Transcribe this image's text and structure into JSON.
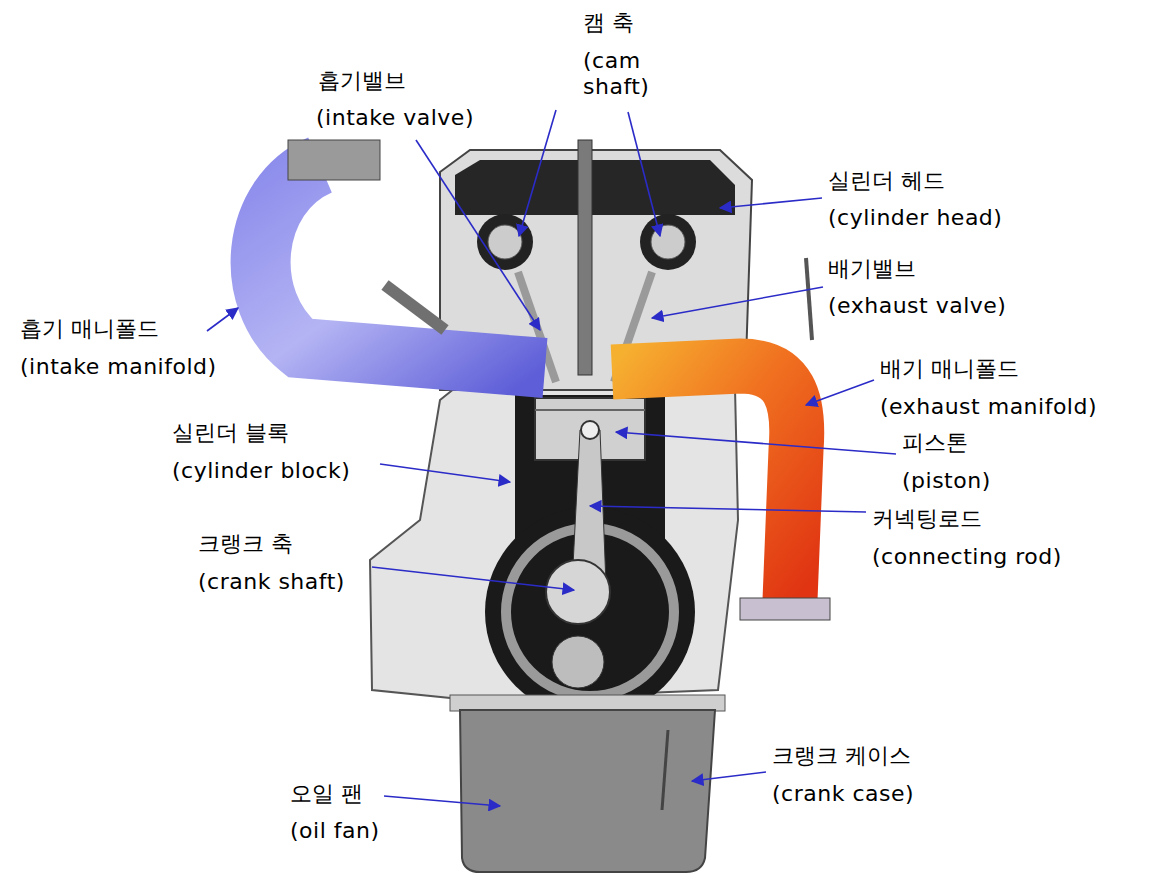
{
  "diagram": {
    "labels": [
      "캠 축",
      "(cam shaft)",
      "흡기밸브",
      "(intake valve)",
      "실린더 헤드",
      "(cylinder head)",
      "배기밸브",
      "(exhaust valve)",
      "흡기 매니폴드",
      "(intake manifold)",
      "배기 매니폴드",
      "(exhaust manifold)",
      "실린더 블록",
      "(cylinder block)",
      "피스톤",
      "(piston)",
      "커넥팅로드",
      "(connecting rod)",
      "크랭크 축",
      "(crank shaft)",
      "크랭크 케이스",
      "(crank case)",
      "오일 팬",
      "(oil fan)"
    ]
  }
}
